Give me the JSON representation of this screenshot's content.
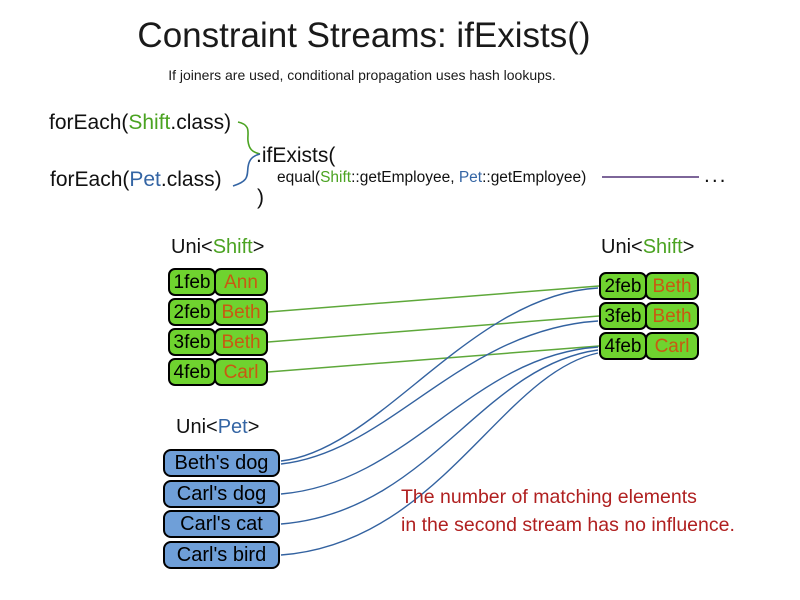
{
  "slide": {
    "title": "Constraint Streams: ifExists()",
    "subtitle": "If joiners are used, conditional propagation uses hash lookups."
  },
  "code": {
    "foreach_shift": {
      "prefix": "forEach(",
      "class_name": "Shift",
      "suffix": ".class)"
    },
    "foreach_pet": {
      "prefix": "forEach(",
      "class_name": "Pet",
      "suffix": ".class)"
    },
    "if_exists": ".ifExists(",
    "equal": {
      "prefix": "equal(",
      "shift_class": "Shift",
      "mid": "::getEmployee, ",
      "pet_class": "Pet",
      "suffix": "::getEmployee)"
    },
    "close_paren": ")",
    "ellipsis": "..."
  },
  "left_shift_table": {
    "label": {
      "prefix": "Uni<",
      "type": "Shift",
      "suffix": ">"
    },
    "rows": [
      {
        "date": "1feb",
        "employee": "Ann"
      },
      {
        "date": "2feb",
        "employee": "Beth"
      },
      {
        "date": "3feb",
        "employee": "Beth"
      },
      {
        "date": "4feb",
        "employee": "Carl"
      }
    ]
  },
  "right_shift_table": {
    "label": {
      "prefix": "Uni<",
      "type": "Shift",
      "suffix": ">"
    },
    "rows": [
      {
        "date": "2feb",
        "employee": "Beth"
      },
      {
        "date": "3feb",
        "employee": "Beth"
      },
      {
        "date": "4feb",
        "employee": "Carl"
      }
    ]
  },
  "pet_table": {
    "label": {
      "prefix": "Uni<",
      "type": "Pet",
      "suffix": ">"
    },
    "rows": [
      {
        "pet": "Beth's dog"
      },
      {
        "pet": "Carl's dog"
      },
      {
        "pet": "Carl's cat"
      },
      {
        "pet": "Carl's bird"
      }
    ]
  },
  "note": {
    "line1": "The number of matching elements",
    "line2": "in the second stream has no influence."
  },
  "connections": {
    "shift_to_shift": [
      {
        "from": "2feb",
        "to": "2feb"
      },
      {
        "from": "3feb",
        "to": "3feb"
      },
      {
        "from": "4feb",
        "to": "4feb"
      }
    ],
    "pet_to_shift": [
      {
        "from": "Beth's dog",
        "to": "2feb"
      },
      {
        "from": "Beth's dog",
        "to": "3feb"
      },
      {
        "from": "Carl's dog",
        "to": "4feb"
      },
      {
        "from": "Carl's cat",
        "to": "4feb"
      },
      {
        "from": "Carl's bird",
        "to": "4feb"
      }
    ]
  },
  "colors": {
    "shift_class_text": "#4BA322",
    "pet_class_text": "#3465A4",
    "employee_text": "#C85A12",
    "shift_box_fill": "#6FD32F",
    "pet_box_fill": "#6F9FD8",
    "shift_line": "#5EA83A",
    "pet_line": "#3362A0",
    "continuation_line": "#7D6699",
    "note_text": "#B02020"
  }
}
